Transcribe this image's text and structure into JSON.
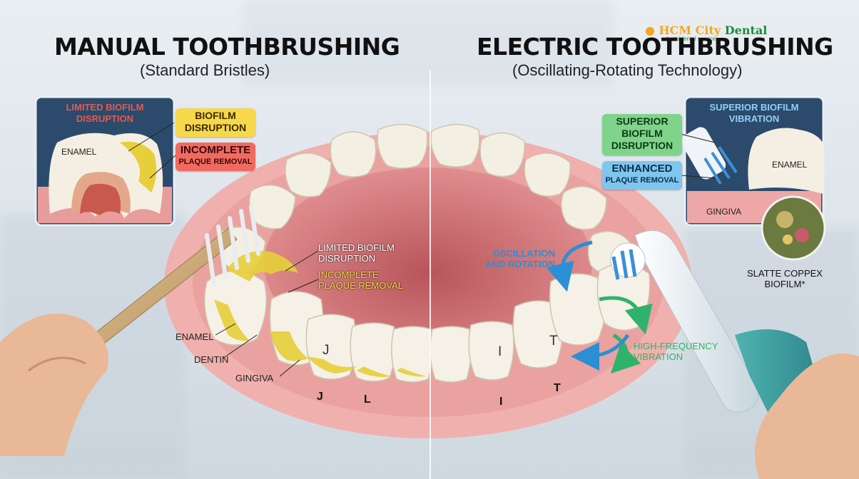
{
  "brand": {
    "logo_part1": "HCM City",
    "logo_part2": "Dental",
    "logo_tagline": "dentaldental service",
    "logo_color": "#f5a623",
    "logo_color2": "#1f8a3b"
  },
  "left": {
    "title": "MANUAL TOOTHBRUSHING",
    "subtitle": "(Standard Bristles)",
    "inset_title": "LIMITED BIOFILM DISRUPTION",
    "inset_enamel": "ENAMEL",
    "tag_yellow": "BIOFILM DISRUPTION",
    "tag_red_line1": "INCOMPLETE",
    "tag_red_line2": "PLAQUE REMOVAL",
    "label_limited": "LIMITED BIOFILM DISRUPTION",
    "label_incomplete": "INCOMPLETE PLAQUE REMOVAL",
    "label_enamel": "ENAMEL",
    "label_dentin": "DENTIN",
    "label_gingiva": "GINGIVA",
    "letters": [
      "J",
      "J",
      "L"
    ]
  },
  "right": {
    "title": "ELECTRIC TOOTHBRUSHING",
    "subtitle": "(Oscillating-Rotating Technology)",
    "inset_title": "SUPERIOR BIOFILM VIBRATION",
    "inset_enamel": "ENAMEL",
    "inset_gingiva": "GINGIVA",
    "tag_green": "SUPERIOR BIOFILM DISRUPTION",
    "tag_blue_line1": "ENHANCED",
    "tag_blue_line2": "PLAQUE REMOVAL",
    "label_oscillation": "OSCILLATION AND ROTATION",
    "label_vibration": "HIGH-FREQUENCY VIBRATION",
    "label_microscope": "SLATTE COPPEX BIOFILM*",
    "letters": [
      "I",
      "T",
      "T",
      "I"
    ]
  },
  "colors": {
    "yellow_tag": "#f6d84a",
    "red_tag": "#f06b5f",
    "green_tag": "#7fd38a",
    "blue_tag": "#7fc6ee",
    "plaque": "#e6cf3a",
    "gum": "#e79b9b",
    "tooth": "#f3efe3"
  }
}
